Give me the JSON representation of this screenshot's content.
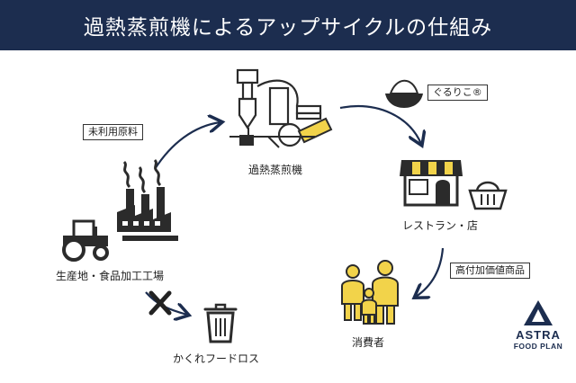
{
  "header": {
    "title": "過熱蒸煎機によるアップサイクルの仕組み"
  },
  "nodes": {
    "producer": "生産地・食品加工工場",
    "machine": "過熱蒸煎機",
    "restaurant": "レストラン・店",
    "consumer": "消費者",
    "food_loss": "かくれフードロス"
  },
  "tags": {
    "raw_material": "未利用原料",
    "product": "ぐるりこ®",
    "high_value": "高付加価値商品"
  },
  "logo": {
    "name": "ASTRA",
    "sub": "FOOD PLAN"
  },
  "colors": {
    "navy": "#1c2d4f",
    "accent_yellow": "#f2d34a",
    "icon_dark": "#2b2b2b"
  }
}
